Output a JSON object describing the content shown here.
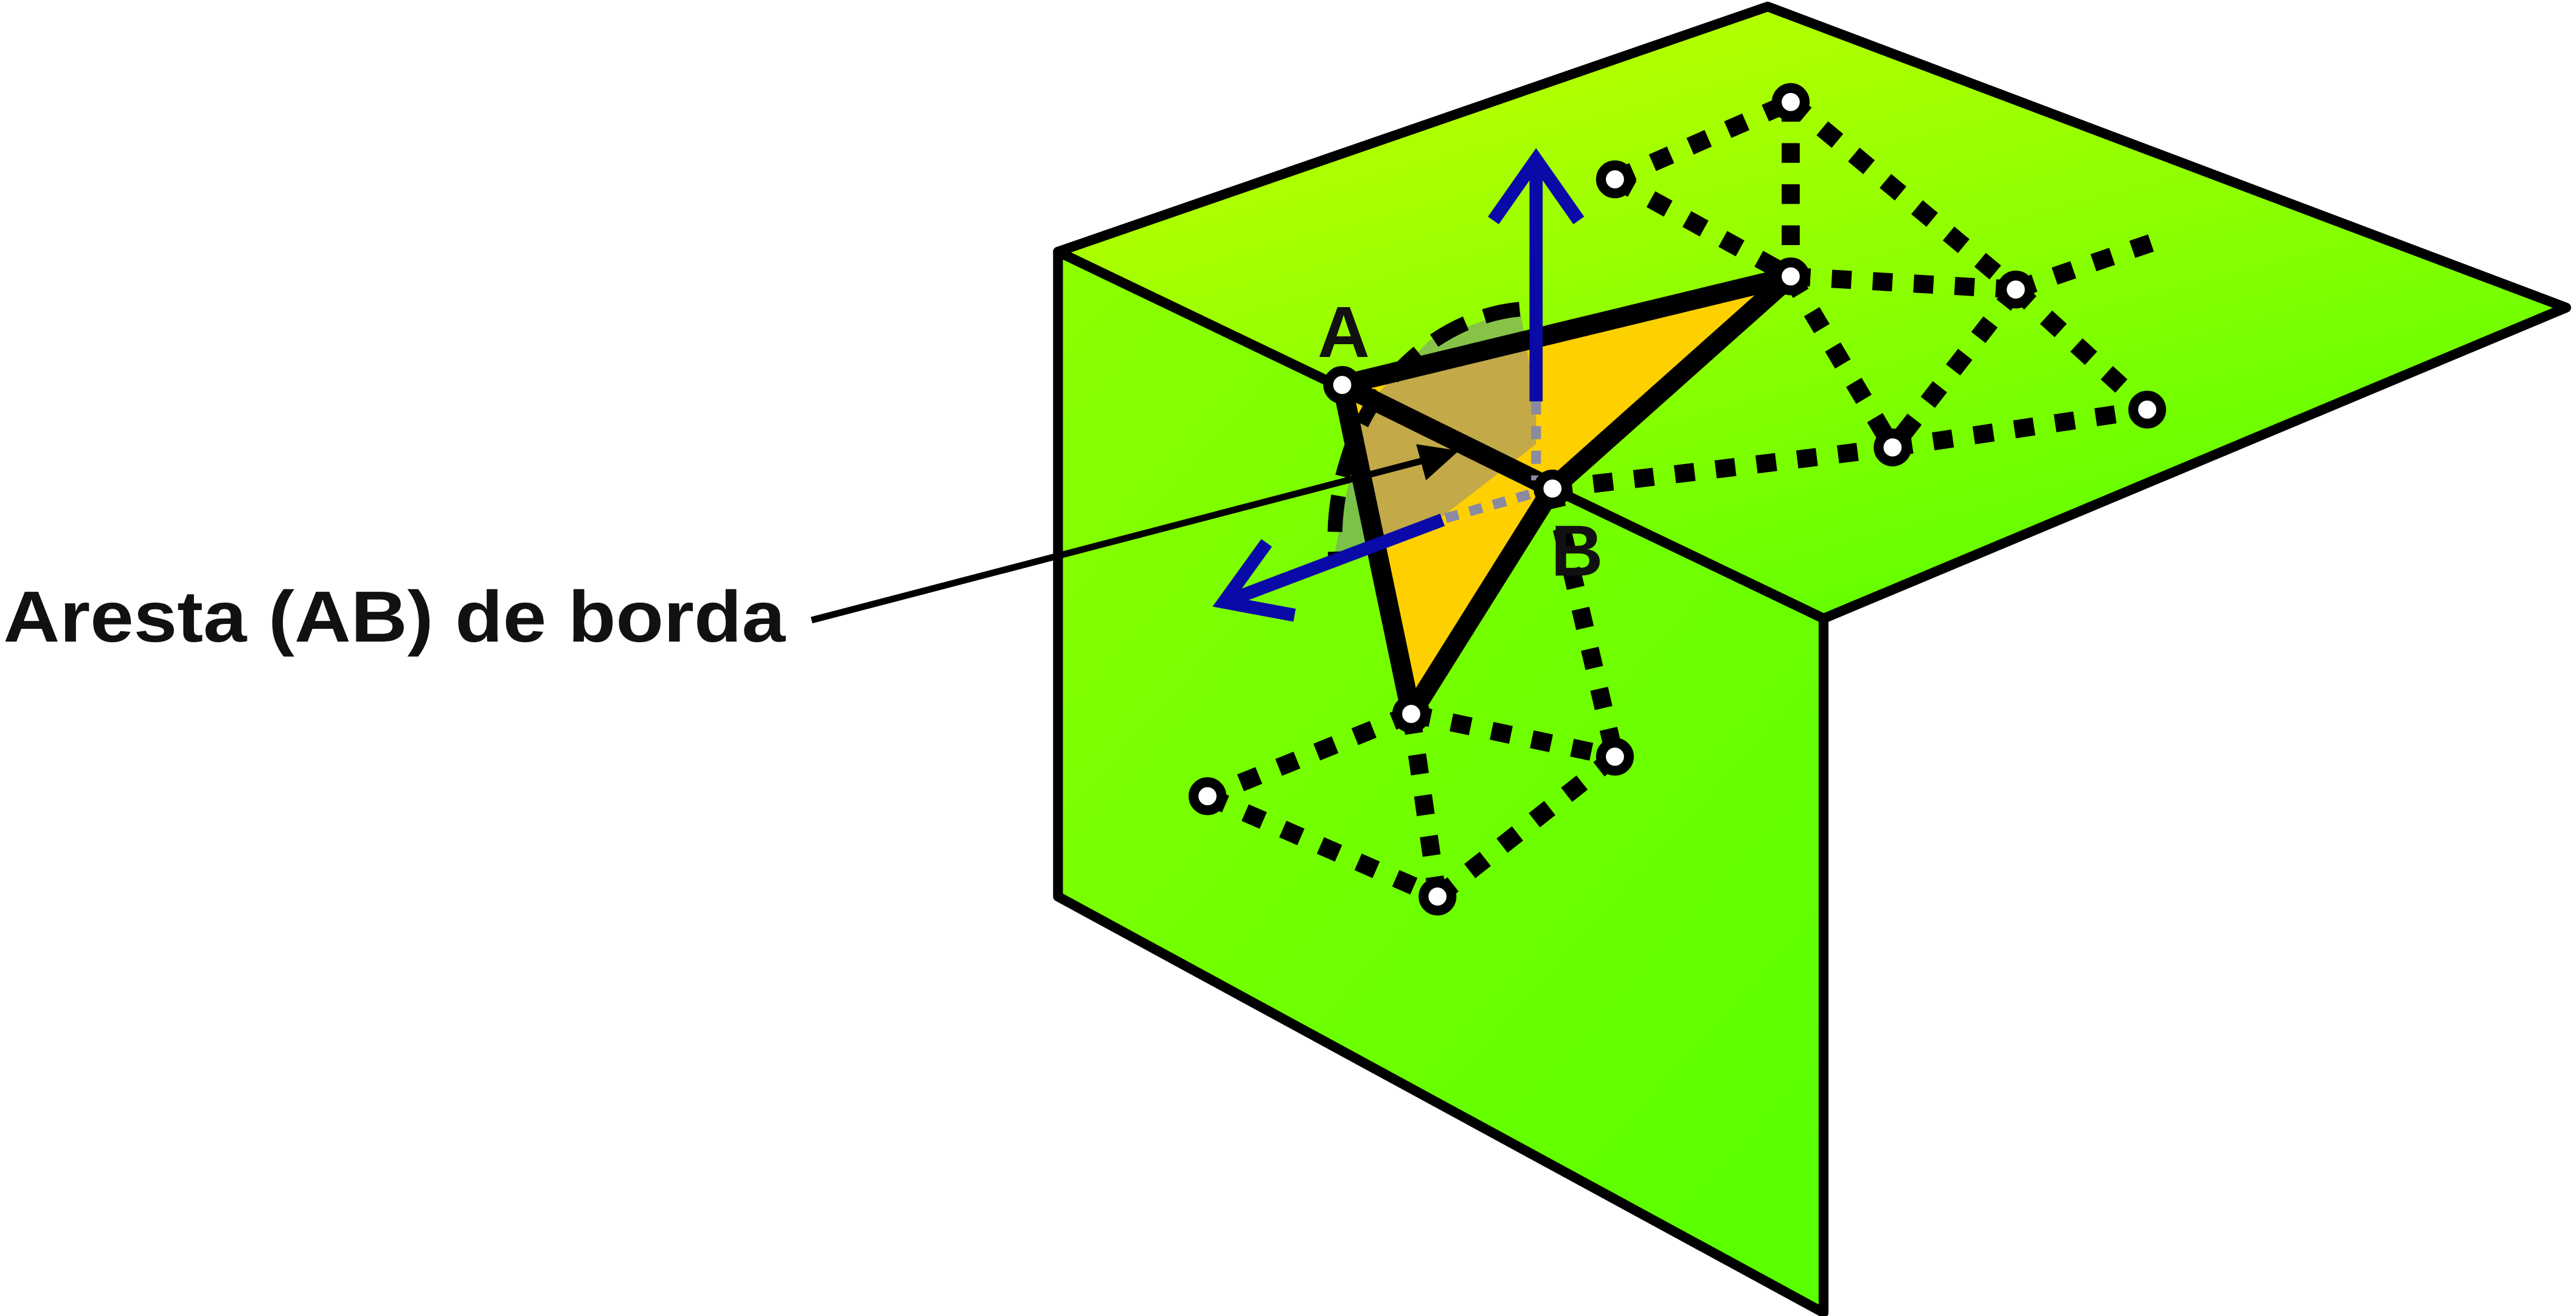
{
  "annotation": {
    "label": "Aresta (AB) de borda"
  },
  "vertices": {
    "a_label": "A",
    "b_label": "B"
  },
  "colors": {
    "surface_light": "#c6ff00",
    "surface_dark": "#5cff00",
    "triangle_fill": "#ffd000",
    "normal_arrow": "#0a0aa8",
    "edge": "#000000",
    "vertex_fill": "#ffffff"
  }
}
